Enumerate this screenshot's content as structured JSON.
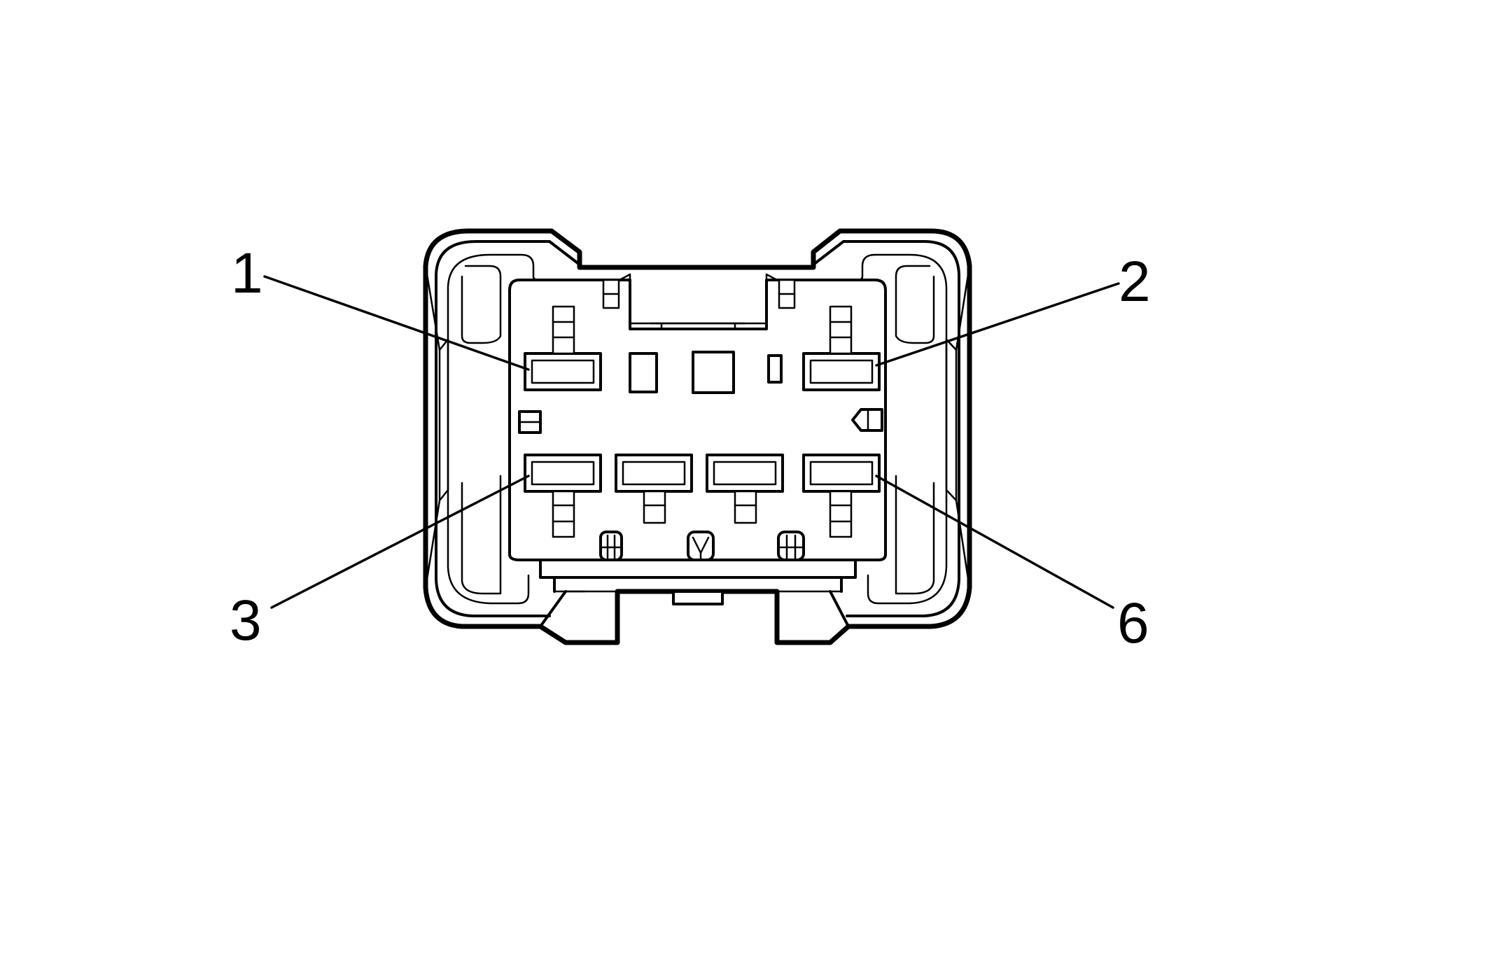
{
  "diagram": {
    "type": "connector-face-view",
    "callouts": [
      {
        "id": "pin-1",
        "label": "1"
      },
      {
        "id": "pin-2",
        "label": "2"
      },
      {
        "id": "pin-3",
        "label": "3"
      },
      {
        "id": "pin-6",
        "label": "6"
      }
    ],
    "terminal_count": 6
  }
}
